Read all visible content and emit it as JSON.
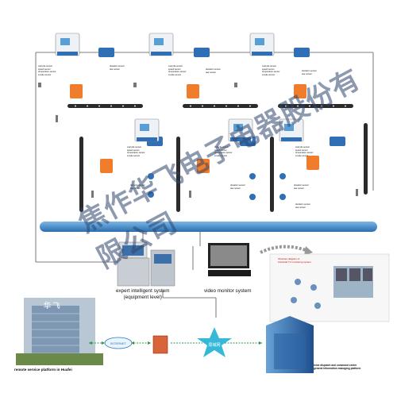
{
  "sensor_labels": [
    "coal pile sensor",
    "speed sensor",
    "temperature sensor",
    "smoke sensor"
  ],
  "sensor_labels_b": [
    "deviation sensor",
    "tear sensor"
  ],
  "expert_system": {
    "line1": "expert intelligent system",
    "line2": "(equipment level)"
  },
  "video_system": "video monitor system",
  "remote_platform": "remote service platform in Huafei",
  "dispatch_center": {
    "line1": "mine dispatch and command center",
    "line2": "general information managing platform"
  },
  "inset_title": {
    "line1": "Structure diagram of",
    "line2": "industrial TV monitoring system"
  },
  "building_sign": "华 飞",
  "cloud_label": "INTERNET",
  "network_label": "局域网",
  "watermark": "焦作华飞电子电器股份有限公司",
  "colors": {
    "bus": "#3a86c8",
    "pipe": "#333333",
    "box": "#f08030",
    "sensor": "#2f6fb5"
  }
}
